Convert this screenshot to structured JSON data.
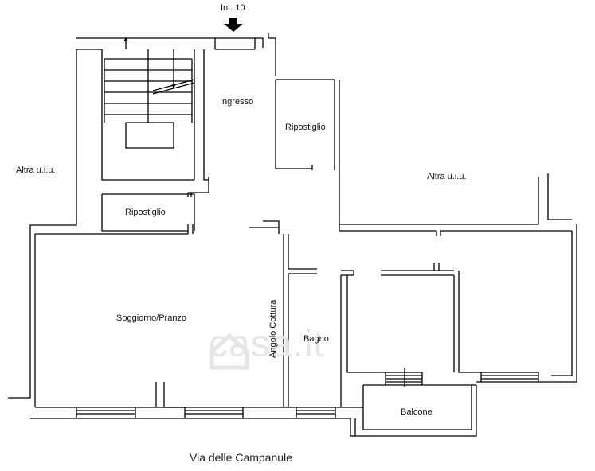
{
  "entrance": {
    "label": "Int. 10"
  },
  "rooms": {
    "ingresso": "Ingresso",
    "ripostiglio_top": "Ripostiglio",
    "ripostiglio_left": "Ripostiglio",
    "altra_left": "Altra u.i.u.",
    "altra_right": "Altra u.i.u.",
    "soggiorno": "Soggiorno/Pranzo",
    "angolo_cottura": "Angolo Cottura",
    "bagno": "Bagno",
    "balcone": "Balcone"
  },
  "street": "Via delle Campanule",
  "watermark": "casa.it",
  "colors": {
    "wall": "#000000",
    "watermark": "#e6e6e6"
  }
}
